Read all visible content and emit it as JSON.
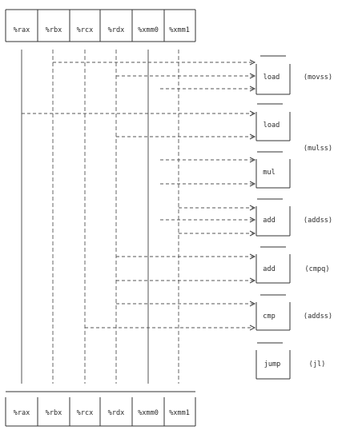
{
  "registers_top": [
    "%rax",
    "%rbx",
    "%rcx",
    "%rdx",
    "%xmm0",
    "%xmm1"
  ],
  "registers_bottom": [
    "%rax",
    "%rbx",
    "%rcx",
    "%rdx",
    "%xmm0",
    "%xmm1"
  ],
  "operations": [
    {
      "label": "load",
      "annotation": "(movss)"
    },
    {
      "label": "load",
      "annotation": ""
    },
    {
      "label": "mul",
      "annotation": "(mulss)"
    },
    {
      "label": "add",
      "annotation": "(addss)"
    },
    {
      "label": "add",
      "annotation": "(cmpq)"
    },
    {
      "label": "cmp",
      "annotation": "(addss)"
    },
    {
      "label": "jump",
      "annotation": "(jl)"
    }
  ]
}
